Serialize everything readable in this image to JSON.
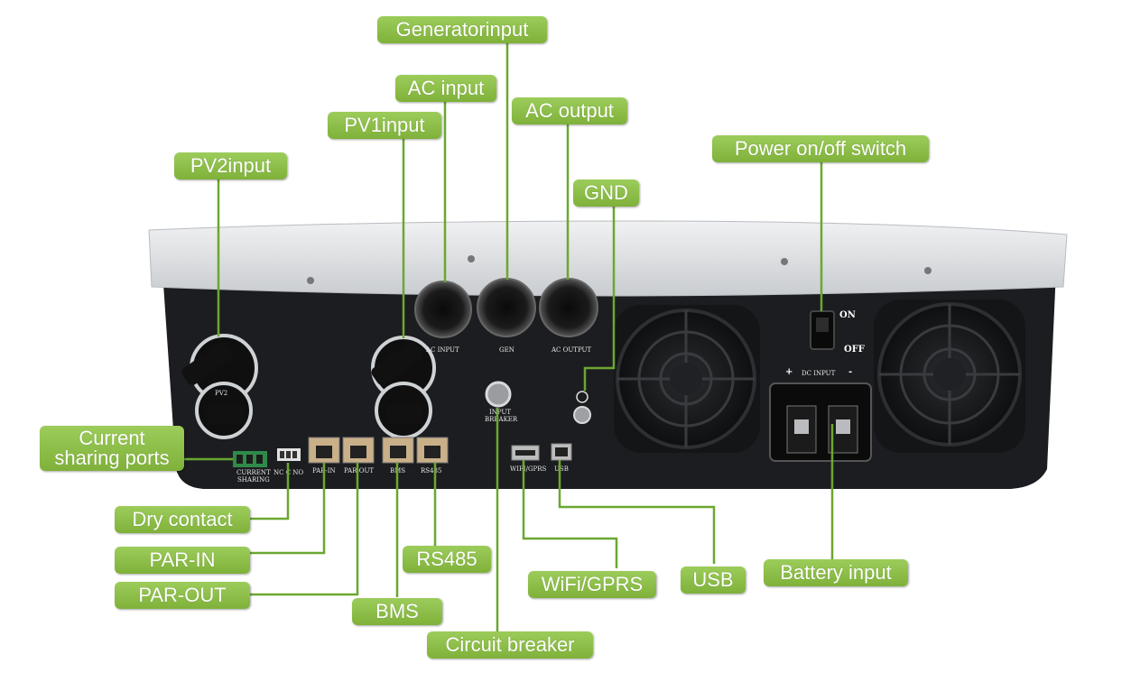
{
  "labels": {
    "generator_input": "Generatorinput",
    "ac_input": "AC input",
    "ac_output": "AC output",
    "pv1_input": "PV1input",
    "pv2_input": "PV2input",
    "gnd": "GND",
    "power_switch": "Power on/off switch",
    "current_sharing": "Current sharing ports",
    "dry_contact": "Dry contact",
    "par_in": "PAR-IN",
    "par_out": "PAR-OUT",
    "bms": "BMS",
    "rs485": "RS485",
    "circuit_breaker": "Circuit breaker",
    "wifi_gprs": "WiFi/GPRS",
    "usb": "USB",
    "battery_input": "Battery input"
  },
  "panel_text": {
    "ac_input": "AC INPUT",
    "gen": "GEN",
    "ac_output": "AC OUTPUT",
    "input_breaker_1": "INPUT",
    "input_breaker_2": "BREAKER",
    "current_sharing_1": "CURRENT",
    "current_sharing_2": "SHARING",
    "nc_c_no": "NC C NO",
    "par_in": "PAR-IN",
    "par_out": "PAR-OUT",
    "bms": "BMS",
    "rs485": "RS485",
    "wifi_gprs": "WIFI/GPRS",
    "usb": "USB",
    "dc_input": "DC INPUT",
    "on": "ON",
    "off": "OFF",
    "pv2": "PV2",
    "plus": "+",
    "minus": "-"
  },
  "colors": {
    "callout_green": "#8bbf45",
    "leader_line": "#6aa830",
    "panel_black": "#1c1d20",
    "cover_grey": "#d9dcdf"
  }
}
